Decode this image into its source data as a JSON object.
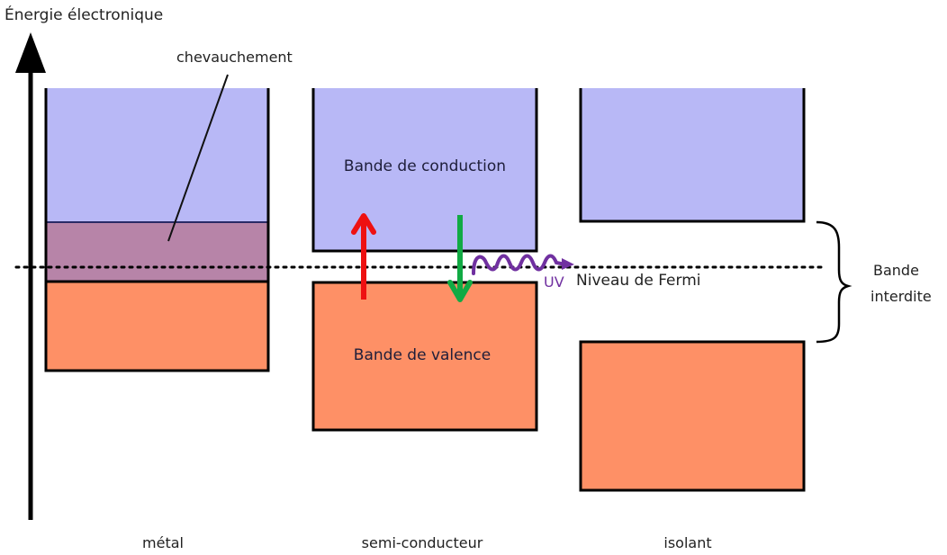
{
  "axis": {
    "label": "Énergie électronique"
  },
  "colors": {
    "conduction": "#b8b8f6",
    "valence": "#fe9066",
    "overlap": "#b784a8",
    "excitation_arrow": "#ee1111",
    "relaxation_arrow": "#11aa44",
    "uv_wave": "#7030a0"
  },
  "labels": {
    "overlap": "chevauchement",
    "conduction_band": "Bande de conduction",
    "valence_band": "Bande de valence",
    "fermi_level": "Niveau de Fermi",
    "uv": "UV",
    "band_gap_line1": "Bande",
    "band_gap_line2": "interdite"
  },
  "materials": [
    {
      "name": "métal"
    },
    {
      "name": "semi-conducteur"
    },
    {
      "name": "isolant"
    }
  ]
}
